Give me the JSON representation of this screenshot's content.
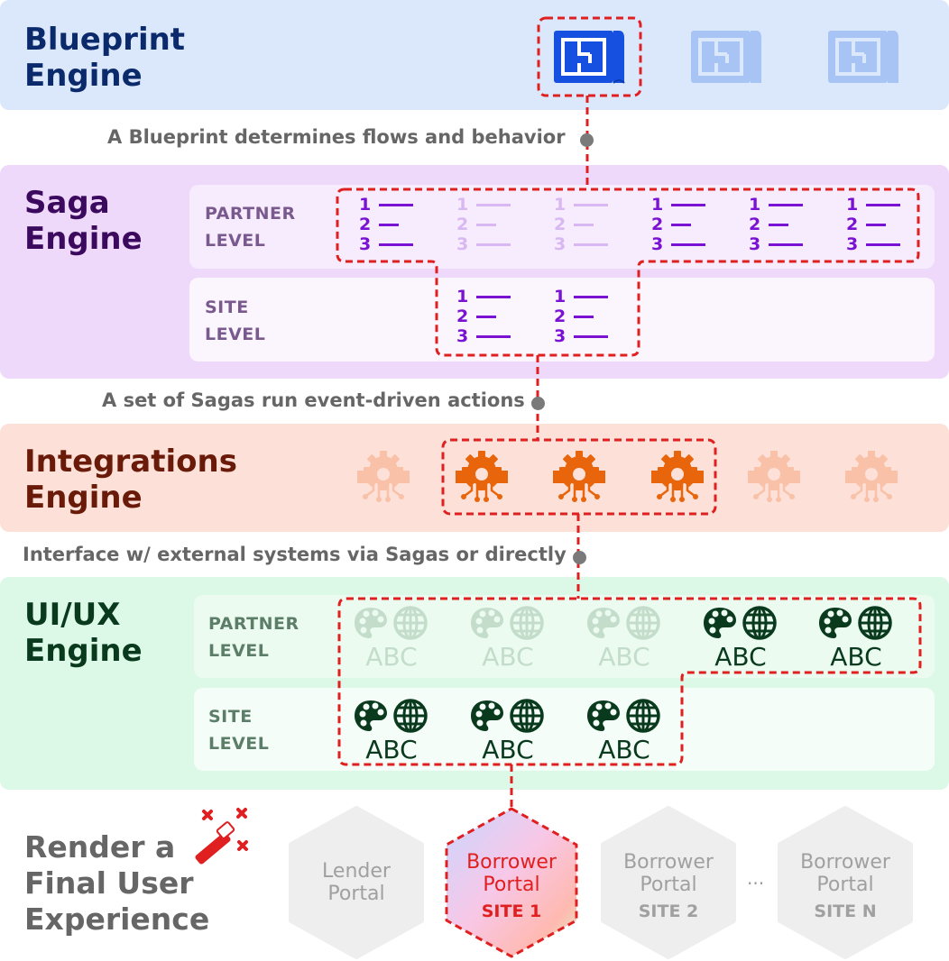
{
  "blueprint": {
    "title_line1": "Blueprint",
    "title_line2": "Engine",
    "caption": "A Blueprint determines flows and behavior",
    "icons": [
      "blueprint-icon",
      "blueprint-icon",
      "blueprint-icon"
    ]
  },
  "saga": {
    "title_line1": "Saga",
    "title_line2": "Engine",
    "partner_label_1": "PARTNER",
    "partner_label_2": "LEVEL",
    "site_label_1": "SITE",
    "site_label_2": "LEVEL",
    "list_numbers": [
      "1",
      "2",
      "3"
    ],
    "caption": "A set of Sagas run event-driven actions"
  },
  "integrations": {
    "title_line1": "Integrations",
    "title_line2": "Engine",
    "icons": [
      "integration-gear-icon",
      "integration-gear-icon",
      "integration-gear-icon",
      "integration-gear-icon",
      "integration-gear-icon",
      "integration-gear-icon",
      "integration-gear-icon"
    ],
    "caption": "Interface w/ external systems via Sagas or directly"
  },
  "uiux": {
    "title_line1": "UI/UX",
    "title_line2": "Engine",
    "partner_label_1": "PARTNER",
    "partner_label_2": "LEVEL",
    "site_label_1": "SITE",
    "site_label_2": "LEVEL",
    "item_text": "ABC",
    "icons": [
      "palette-icon",
      "globe-icon"
    ]
  },
  "render": {
    "title_line1": "Render a",
    "title_line2": "Final User",
    "title_line3": "Experience",
    "ellipsis": "...",
    "portals": [
      {
        "line1": "Lender",
        "line2": "Portal",
        "site": ""
      },
      {
        "line1": "Borrower",
        "line2": "Portal",
        "site": "SITE 1"
      },
      {
        "line1": "Borrower",
        "line2": "Portal",
        "site": "SITE 2"
      },
      {
        "line1": "Borrower",
        "line2": "Portal",
        "site": "SITE N"
      }
    ]
  },
  "colors": {
    "blueprint_bg": "#dbe8fc",
    "blueprint_title": "#0b2a6b",
    "blueprint_icon_active": "#1650e0",
    "blueprint_icon_faded": "#a8c4f5",
    "saga_bg": "#efd9fb",
    "saga_title": "#3b0a5e",
    "saga_active": "#7a12d4",
    "saga_faded": "#d9b7f3",
    "integrations_bg": "#fde1d8",
    "integrations_title": "#6a1a08",
    "integrations_active": "#e8650c",
    "integrations_faded": "#f8c1a8",
    "uiux_bg": "#dcf8e6",
    "uiux_title": "#0a3a1e",
    "uiux_active": "#0a3a1e",
    "uiux_faded": "#c4ddcb",
    "dashed_highlight": "#e02020",
    "render_title": "#666666",
    "portal_faded": "#eeeeee"
  }
}
